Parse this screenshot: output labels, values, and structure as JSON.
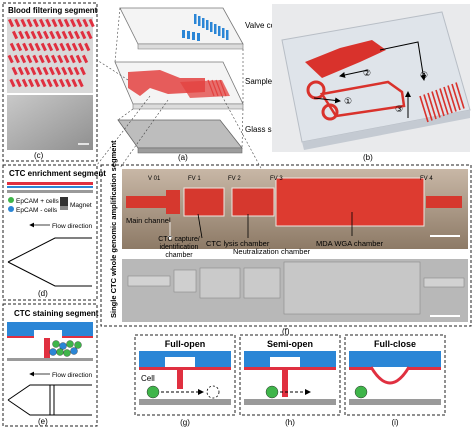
{
  "panels": {
    "c": {
      "title": "Blood filtering segment",
      "label": "(c)"
    },
    "a": {
      "label": "(a)",
      "layers": [
        "Valve control channel",
        "Sample processing channel",
        "Glass substrate"
      ]
    },
    "b": {
      "label": "(b)",
      "markers": [
        "①",
        "②",
        "③",
        "④"
      ]
    },
    "d": {
      "title": "CTC enrichment segment",
      "legend": [
        "EpCAM + cells",
        "EpCAM - cells"
      ],
      "magnet": "Magnet",
      "flow": "Flow direction",
      "label": "(d)"
    },
    "e": {
      "title": "CTC staining segment",
      "flow": "Flow direction",
      "label": "(e)"
    },
    "f": {
      "side_title": "Single CTC whole genomic amplification segment",
      "valves": [
        "V 01",
        "FV 1",
        "FV 2",
        "FV 3",
        "FV 4"
      ],
      "main_channel": "Main channel",
      "chambers": [
        "CTC capture/ identification chamber",
        "CTC lysis chamber",
        "Neutralization chamber",
        "MDA WGA chamber"
      ],
      "label": "(f)"
    },
    "g": {
      "title": "Full-open",
      "cell": "Cell",
      "label": "(g)"
    },
    "h": {
      "title": "Semi-open",
      "label": "(h)"
    },
    "i": {
      "title": "Full-close",
      "label": "(i)"
    }
  },
  "colors": {
    "red": "#e03040",
    "blue": "#2b86d6",
    "green": "#3fb54a",
    "gray": "#9a9a9a",
    "chip_red": "#d9322c"
  }
}
